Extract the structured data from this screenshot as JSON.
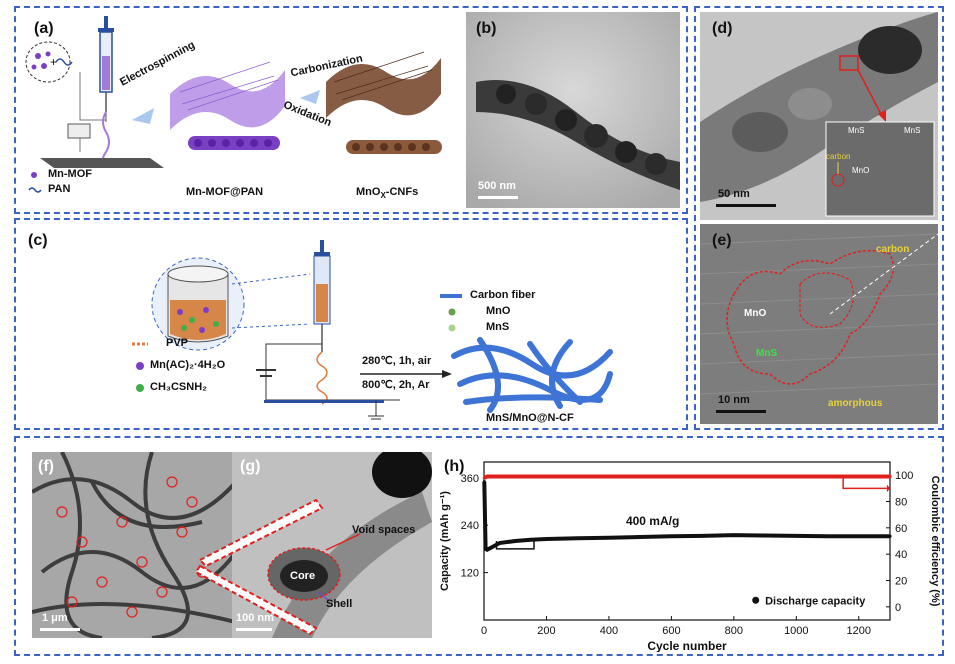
{
  "panel_a": {
    "label": "(a)",
    "electrospinning": "Electrospinning",
    "carbonization": "Carbonization",
    "oxidation": "Oxidation",
    "legend_mof": "Mn-MOF",
    "legend_pan": "PAN",
    "product1": "Mn-MOF@PAN",
    "product2": "MnO",
    "product2_sub": "X",
    "product2_tail": "-CNFs"
  },
  "panel_b": {
    "label": "(b)",
    "scalebar": "500 nm"
  },
  "panel_c": {
    "label": "(c)",
    "legend_cf": "Carbon fiber",
    "legend_mno": "MnO",
    "legend_mns": "MnS",
    "pvp": "PVP",
    "reagent1": "Mn(AC)₂·4H₂O",
    "reagent2": "CH₃CSNH₂",
    "cond1": "280℃,  1h, air",
    "cond2": "800℃,  2h, Ar",
    "product": "MnS/MnO@N-CF"
  },
  "panel_d": {
    "label": "(d)",
    "scalebar": "50  nm",
    "inset_labels": [
      "MnS",
      "MnS",
      "carbon",
      "MnO"
    ]
  },
  "panel_e": {
    "label": "(e)",
    "carbon": "carbon",
    "mno": "MnO",
    "mns": "MnS",
    "amorphous": "amorphous",
    "scalebar": "10  nm"
  },
  "panel_f": {
    "label": "(f)",
    "scalebar": "1 μm"
  },
  "panel_g": {
    "label": "(g)",
    "void": "Void spaces",
    "core": "Core",
    "shell": "Shell",
    "scalebar": "100 nm"
  },
  "panel_h": {
    "label": "(h)"
  },
  "colors": {
    "frame": "#3a64c4",
    "red": "#e0201c",
    "fiber": "#3d74d6"
  },
  "chart_data": {
    "type": "line",
    "xlabel": "Cycle number",
    "ylabel_left": "Capacity (mAh g⁻¹)",
    "ylabel_right": "Coulombic efficiency (%)",
    "xlim": [
      0,
      1300
    ],
    "ylim_left": [
      0,
      400
    ],
    "ylim_right": [
      -10,
      110
    ],
    "x_ticks": [
      "0",
      "200",
      "400",
      "600",
      "800",
      "1000",
      "1200"
    ],
    "y_ticks_left": [
      "120",
      "240",
      "360"
    ],
    "y_ticks_right": [
      "0",
      "20",
      "40",
      "60",
      "80",
      "100"
    ],
    "annotation": "400 mA/g",
    "legend": "Discharge capacity",
    "series": [
      {
        "name": "Discharge capacity",
        "axis": "left",
        "color": "#111111",
        "x": [
          1,
          5,
          10,
          20,
          50,
          100,
          150,
          200,
          300,
          400,
          500,
          600,
          700,
          800,
          900,
          1000,
          1100,
          1200,
          1300
        ],
        "y": [
          350,
          180,
          178,
          182,
          195,
          200,
          203,
          205,
          207,
          208,
          210,
          212,
          213,
          215,
          214,
          213,
          212,
          212,
          212
        ]
      },
      {
        "name": "Coulombic efficiency",
        "axis": "right",
        "color": "#e0201c",
        "x": [
          1,
          10,
          50,
          100,
          200,
          400,
          600,
          800,
          1000,
          1200,
          1300
        ],
        "y": [
          98,
          99,
          99,
          99,
          99,
          99,
          99,
          99,
          99,
          99,
          99
        ]
      }
    ]
  }
}
